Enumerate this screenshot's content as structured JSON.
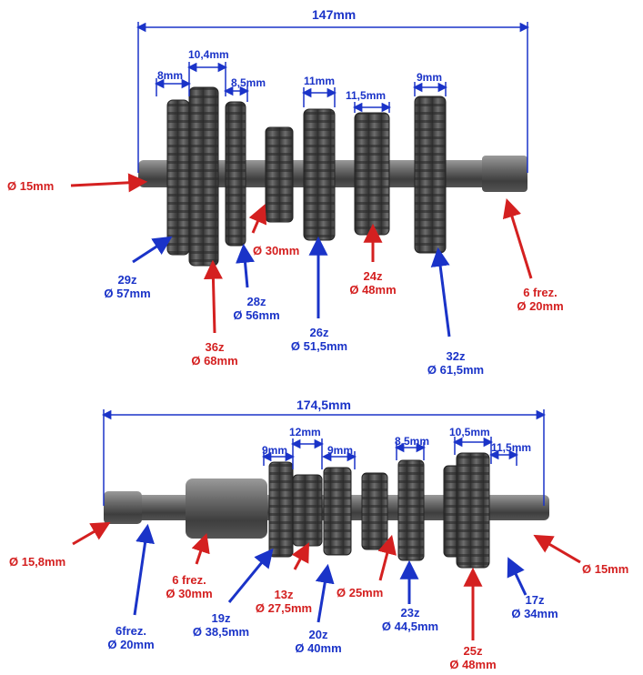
{
  "colors": {
    "blue": "#1a33c8",
    "red": "#d42020",
    "metal": "#5a5a5a"
  },
  "top_shaft": {
    "length": "147mm",
    "widths": [
      "8mm",
      "10,4mm",
      "8,5mm",
      "11mm",
      "11,5mm",
      "9mm"
    ],
    "labels": {
      "end_diameter": "Ø 15mm",
      "bore": "Ø 30mm",
      "g29_teeth": "29z",
      "g29_dia": "Ø 57mm",
      "g28_teeth": "28z",
      "g28_dia": "Ø 56mm",
      "g36_teeth": "36z",
      "g36_dia": "Ø 68mm",
      "g26_teeth": "26z",
      "g26_dia": "Ø 51,5mm",
      "g24_teeth": "24z",
      "g24_dia": "Ø 48mm",
      "g32_teeth": "32z",
      "g32_dia": "Ø 61,5mm",
      "spline": "6 frez.",
      "spline_dia": "Ø 20mm"
    }
  },
  "bottom_shaft": {
    "length": "174,5mm",
    "widths": [
      "12mm",
      "9mm",
      "9mm",
      "8,5mm",
      "10,5mm",
      "11,5mm"
    ],
    "labels": {
      "left_diameter": "Ø 15,8mm",
      "spline_left": "6frez.",
      "spline_left_dia": "Ø 20mm",
      "spline_mid": "6 frez.",
      "spline_mid_dia": "Ø 30mm",
      "g19_teeth": "19z",
      "g19_dia": "Ø 38,5mm",
      "g13_teeth": "13z",
      "g13_dia": "Ø 27,5mm",
      "g20_teeth": "20z",
      "g20_dia": "Ø 40mm",
      "bore": "Ø 25mm",
      "g23_teeth": "23z",
      "g23_dia": "Ø 44,5mm",
      "g25_teeth": "25z",
      "g25_dia": "Ø 48mm",
      "g17_teeth": "17z",
      "g17_dia": "Ø 34mm",
      "right_diameter": "Ø 15mm"
    }
  }
}
